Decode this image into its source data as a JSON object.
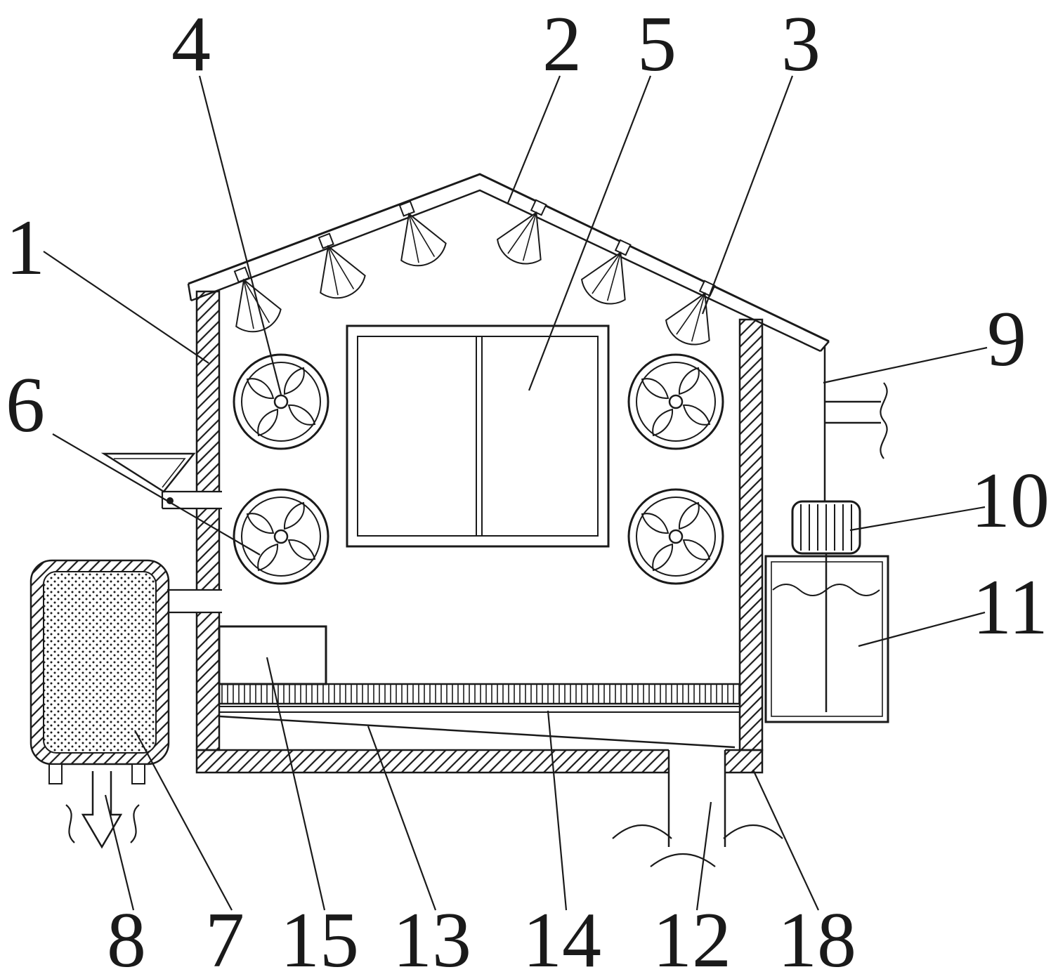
{
  "figure": {
    "kind": "patent technical line drawing",
    "background": "#ffffff",
    "line_color": "#1a1a1a",
    "description": "Sectioned drying/greenhouse chamber with roof spray nozzles, four circulation fans, central window panel, feed funnel, external filter tank, conveyor belt, collection tray, drain duct, exhaust pipe, pump motor and water tank, annotated with numbered callouts"
  },
  "labels": [
    {
      "id": "callout-4",
      "text": "4"
    },
    {
      "id": "callout-2",
      "text": "2"
    },
    {
      "id": "callout-5",
      "text": "5"
    },
    {
      "id": "callout-3",
      "text": "3"
    },
    {
      "id": "callout-1",
      "text": "1"
    },
    {
      "id": "callout-6",
      "text": "6"
    },
    {
      "id": "callout-9",
      "text": "9"
    },
    {
      "id": "callout-10",
      "text": "10"
    },
    {
      "id": "callout-11",
      "text": "11"
    },
    {
      "id": "callout-8",
      "text": "8"
    },
    {
      "id": "callout-7",
      "text": "7"
    },
    {
      "id": "callout-15",
      "text": "15"
    },
    {
      "id": "callout-13",
      "text": "13"
    },
    {
      "id": "callout-14",
      "text": "14"
    },
    {
      "id": "callout-12",
      "text": "12"
    },
    {
      "id": "callout-18",
      "text": "18"
    }
  ]
}
